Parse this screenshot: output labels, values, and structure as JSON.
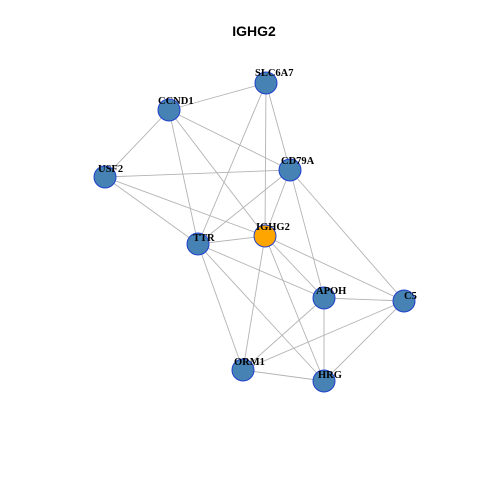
{
  "title": "IGHG2",
  "colors": {
    "node_default": "#4682b4",
    "node_highlight": "#ffa500",
    "node_border": "#1f3fcc",
    "edge": "#b3b3b3"
  },
  "nodes": [
    {
      "id": "SLC6A7",
      "label": "SLC6A7",
      "highlight": false
    },
    {
      "id": "CCND1",
      "label": "CCND1",
      "highlight": false
    },
    {
      "id": "CD79A",
      "label": "CD79A",
      "highlight": false
    },
    {
      "id": "USF2",
      "label": "USF2",
      "highlight": false
    },
    {
      "id": "IGHG2",
      "label": "IGHG2",
      "highlight": true
    },
    {
      "id": "TTR",
      "label": "TTR",
      "highlight": false
    },
    {
      "id": "APOH",
      "label": "APOH",
      "highlight": false
    },
    {
      "id": "C5",
      "label": "C5",
      "highlight": false
    },
    {
      "id": "ORM1",
      "label": "ORM1",
      "highlight": false
    },
    {
      "id": "HRG",
      "label": "HRG",
      "highlight": false
    }
  ],
  "edges": [
    [
      "SLC6A7",
      "CCND1"
    ],
    [
      "SLC6A7",
      "CD79A"
    ],
    [
      "SLC6A7",
      "IGHG2"
    ],
    [
      "SLC6A7",
      "TTR"
    ],
    [
      "CCND1",
      "USF2"
    ],
    [
      "CCND1",
      "CD79A"
    ],
    [
      "CCND1",
      "TTR"
    ],
    [
      "CCND1",
      "IGHG2"
    ],
    [
      "USF2",
      "CD79A"
    ],
    [
      "USF2",
      "IGHG2"
    ],
    [
      "USF2",
      "TTR"
    ],
    [
      "CD79A",
      "TTR"
    ],
    [
      "CD79A",
      "IGHG2"
    ],
    [
      "CD79A",
      "APOH"
    ],
    [
      "CD79A",
      "C5"
    ],
    [
      "TTR",
      "IGHG2"
    ],
    [
      "TTR",
      "APOH"
    ],
    [
      "TTR",
      "ORM1"
    ],
    [
      "TTR",
      "HRG"
    ],
    [
      "IGHG2",
      "APOH"
    ],
    [
      "IGHG2",
      "C5"
    ],
    [
      "IGHG2",
      "ORM1"
    ],
    [
      "IGHG2",
      "HRG"
    ],
    [
      "APOH",
      "C5"
    ],
    [
      "APOH",
      "ORM1"
    ],
    [
      "APOH",
      "HRG"
    ],
    [
      "C5",
      "ORM1"
    ],
    [
      "C5",
      "HRG"
    ],
    [
      "ORM1",
      "HRG"
    ]
  ]
}
